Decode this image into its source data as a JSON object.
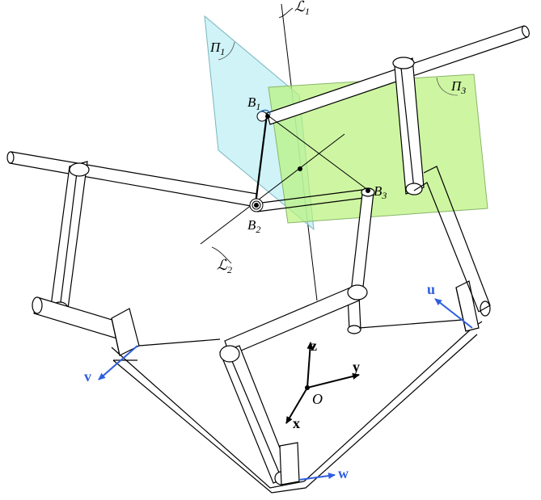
{
  "labels": {
    "pi1": {
      "main": "Π",
      "sub": "1"
    },
    "pi3": {
      "main": "Π",
      "sub": "3"
    },
    "L1": {
      "main": "ℒ",
      "sub": "1"
    },
    "L2": {
      "main": "ℒ",
      "sub": "2"
    },
    "B1": {
      "main": "B",
      "sub": "1"
    },
    "B2": {
      "main": "B",
      "sub": "2"
    },
    "B3": {
      "main": "B",
      "sub": "3"
    },
    "origin": "O"
  },
  "axes": {
    "x": "x",
    "y": "y",
    "z": "z"
  },
  "unit_vectors": {
    "u": "u",
    "v": "v",
    "w": "w"
  },
  "colors": {
    "plane_pi1": "#bfeff4",
    "plane_pi3": "#b9f27a",
    "unit_vector": "#2f5ee0",
    "line": "#000000"
  }
}
